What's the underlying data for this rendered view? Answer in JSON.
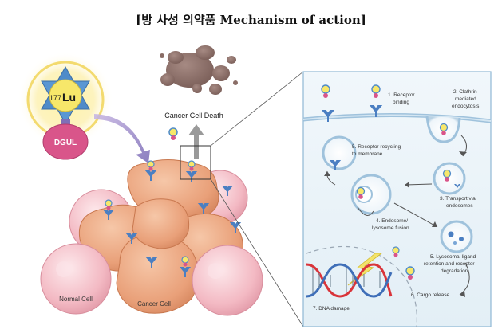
{
  "title": "[방 사성 의약품 Mechanism of action]",
  "radionuclide": {
    "sup": "177",
    "element": "Lu",
    "carrier": "DGUL"
  },
  "labels": {
    "cancer_cell_death": "Cancer Cell Death",
    "normal_cell": "Normal Cell",
    "cancer_cell": "Cancer Cell"
  },
  "steps": [
    {
      "line1": "1. Receptor",
      "line2": "binding",
      "line3": ""
    },
    {
      "line1": "2. Clathrin-",
      "line2": "mediated",
      "line3": "endocytosis"
    },
    {
      "line1": "3. Transport via",
      "line2": "endosomes",
      "line3": ""
    },
    {
      "line1": "4. Endosome/",
      "line2": "lysosome fusion",
      "line3": ""
    },
    {
      "line1": "5. Receptor recycling",
      "line2": "to membrane",
      "line3": ""
    },
    {
      "line1": "5. Lysosomal ligand",
      "line2": "retention and receptor",
      "line3": "degradation"
    },
    {
      "line1": "6. Cargo release",
      "line2": "",
      "line3": ""
    },
    {
      "line1": "7. DNA damage",
      "line2": "",
      "line3": ""
    }
  ],
  "colors": {
    "gold": "#f2d65a",
    "lutetium_blue": "#4f8bc9",
    "dgul_pink": "#d9558a",
    "cancer_orange": "#e8a27a",
    "normal_pink": "#f2b7c2",
    "debris_brown": "#8a6d66",
    "panel_bg": "#e9f3f8",
    "panel_border": "#8fb8d4",
    "receptor_blue": "#4b7fc2"
  }
}
